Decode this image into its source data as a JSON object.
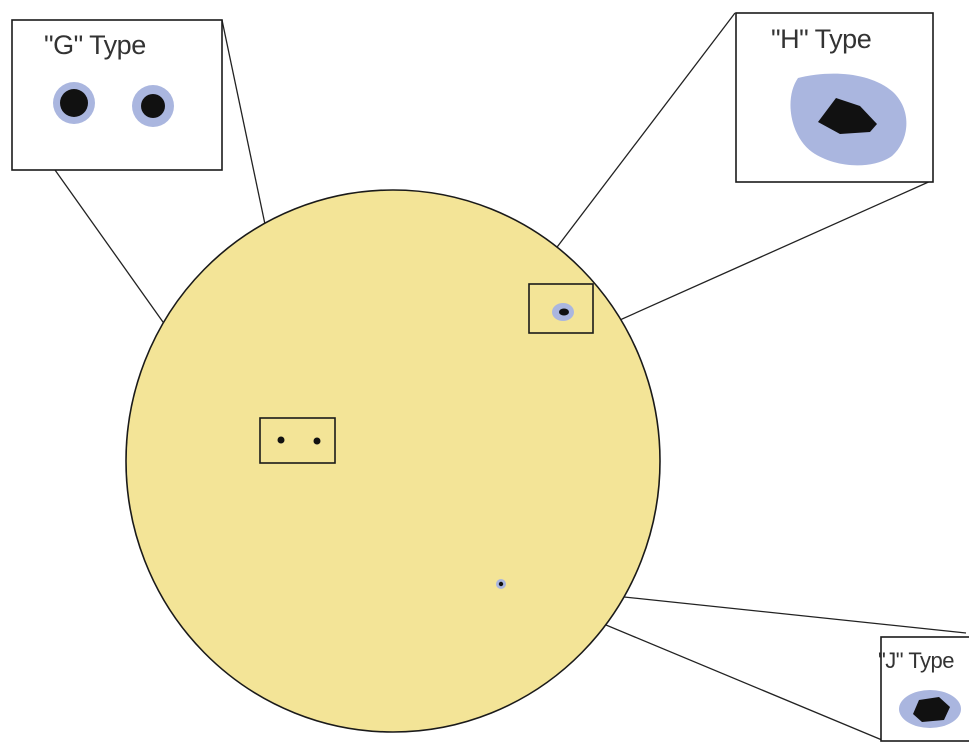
{
  "callouts": {
    "g": {
      "label": "\"G\" Type"
    },
    "h": {
      "label": "\"H\" Type"
    },
    "j": {
      "label": "\"J\" Type"
    }
  },
  "colors": {
    "disc_fill": "#f3e497",
    "outline": "#1a1a1a",
    "halo": "#aab6df",
    "dark_spot": "#111111"
  }
}
